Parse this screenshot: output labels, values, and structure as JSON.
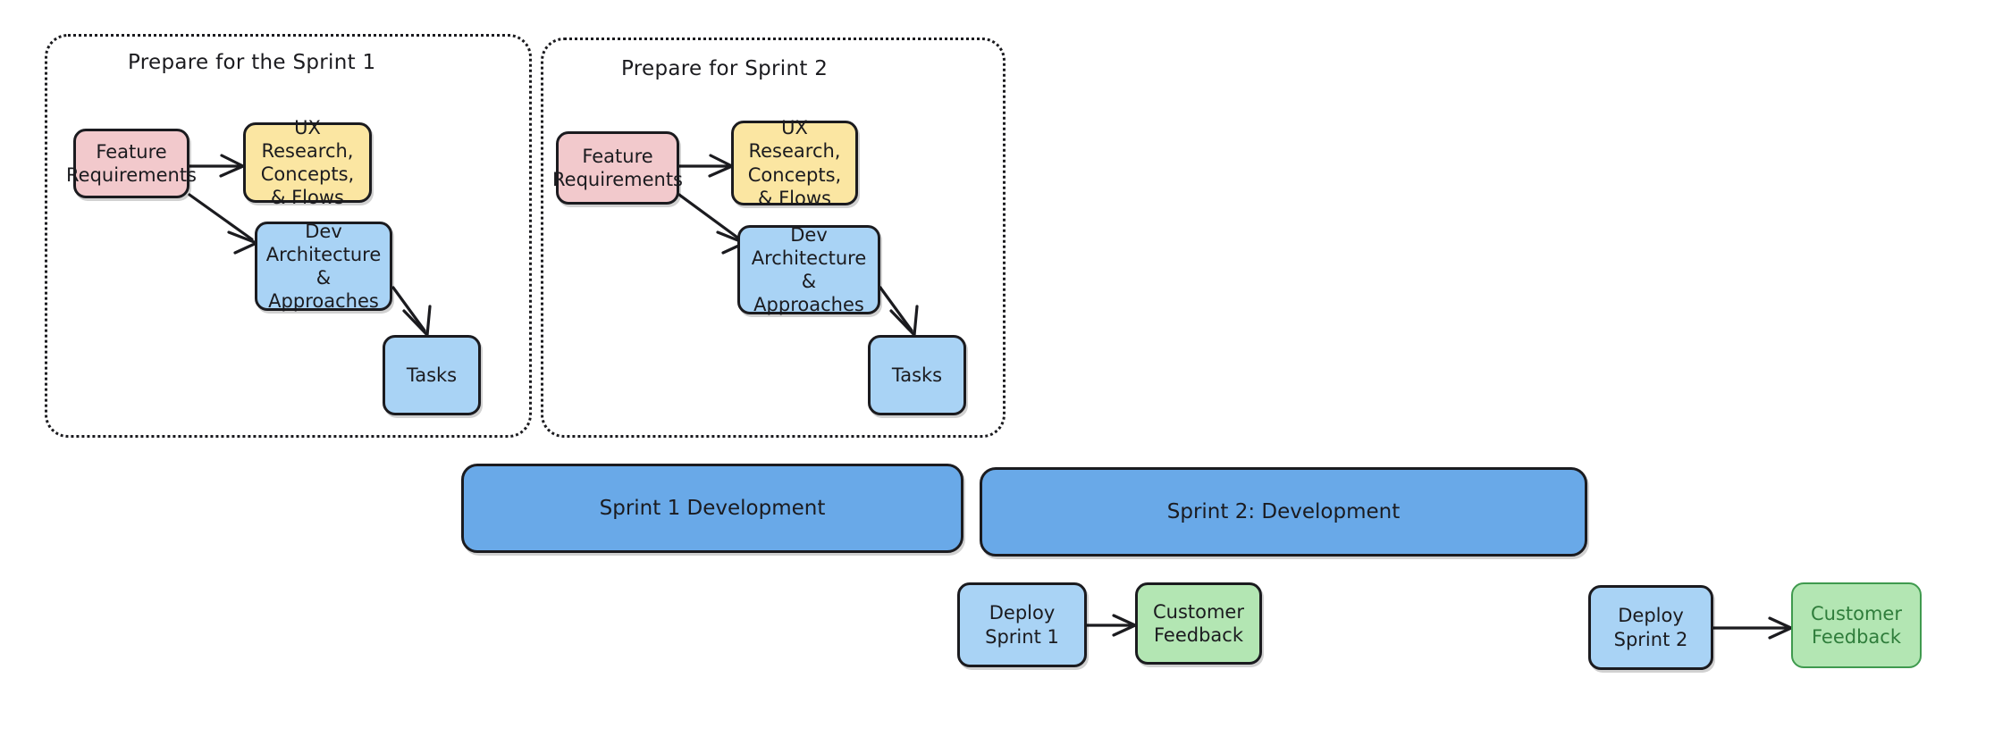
{
  "diagram": {
    "title_visible": false,
    "background": "#ffffff",
    "palette": {
      "pink": "#f2c9cc",
      "yellow": "#fbe6a2",
      "light_blue": "#a9d3f5",
      "bar_blue": "#69a9e8",
      "green": "#b3e6b3",
      "green_outline": "#3f9a4e",
      "stroke": "#1b1b1f"
    }
  },
  "groups": [
    {
      "id": "group-sprint-1",
      "title": "Prepare for the Sprint 1"
    },
    {
      "id": "group-sprint-2",
      "title": "Prepare for Sprint 2"
    }
  ],
  "nodes": {
    "g1_feature_requirements": "Feature\nRequirements",
    "g1_ux_research": "UX Research,\nConcepts,\n& Flows",
    "g1_dev_architecture": "Dev\nArchitecture &\nApproaches",
    "g1_tasks": "Tasks",
    "g2_feature_requirements": "Feature\nRequirements",
    "g2_ux_research": "UX Research,\nConcepts,\n& Flows",
    "g2_dev_architecture": "Dev\nArchitecture &\nApproaches",
    "g2_tasks": "Tasks",
    "sprint1_development": "Sprint 1 Development",
    "sprint2_development": "Sprint 2: Development",
    "deploy_sprint_1": "Deploy\nSprint 1",
    "customer_feedback_1": "Customer\nFeedback",
    "deploy_sprint_2": "Deploy\nSprint 2",
    "customer_feedback_2": "Customer\nFeedback"
  },
  "connections": [
    {
      "from": "g1_feature_requirements",
      "to": "g1_ux_research"
    },
    {
      "from": "g1_feature_requirements",
      "to": "g1_dev_architecture"
    },
    {
      "from": "g1_dev_architecture",
      "to": "g1_tasks"
    },
    {
      "from": "g2_feature_requirements",
      "to": "g2_ux_research"
    },
    {
      "from": "g2_feature_requirements",
      "to": "g2_dev_architecture"
    },
    {
      "from": "g2_dev_architecture",
      "to": "g2_tasks"
    },
    {
      "from": "deploy_sprint_1",
      "to": "customer_feedback_1"
    },
    {
      "from": "deploy_sprint_2",
      "to": "customer_feedback_2"
    }
  ]
}
